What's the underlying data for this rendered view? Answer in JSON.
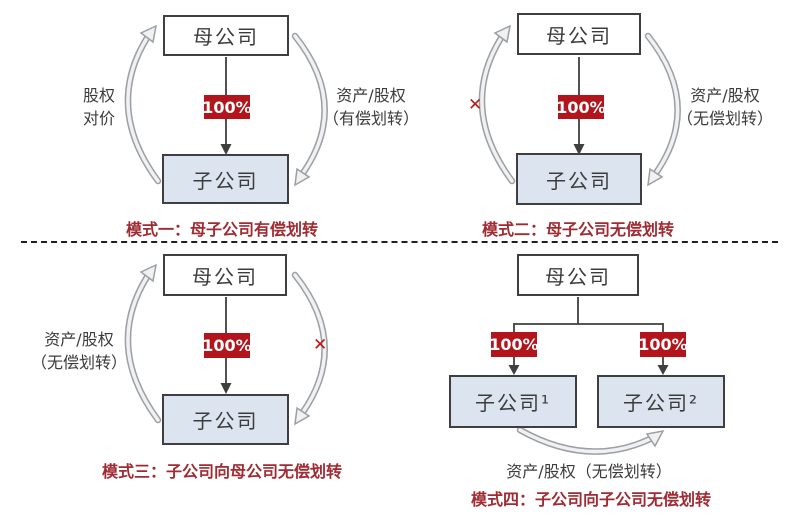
{
  "colors": {
    "badge_bg": "#b2151b",
    "badge_text": "#ffffff",
    "caption_text": "#a02b33",
    "box_border": "#3f3f3f",
    "child_fill": "#dce4f0",
    "label_text": "#3c3c3c",
    "cross": "#b61919"
  },
  "modes": {
    "m1": {
      "parent": "母公司",
      "child": "子公司",
      "ownership": "100%",
      "left_label_line1": "股权",
      "left_label_line2": "对价",
      "right_label_line1": "资产/股权",
      "right_label_line2": "（有偿划转）",
      "caption": "模式一：母子公司有偿划转"
    },
    "m2": {
      "parent": "母公司",
      "child": "子公司",
      "ownership": "100%",
      "cross": "✕",
      "right_label_line1": "资产/股权",
      "right_label_line2": "（无偿划转）",
      "caption": "模式二：母子公司无偿划转"
    },
    "m3": {
      "parent": "母公司",
      "child": "子公司",
      "ownership": "100%",
      "cross": "✕",
      "left_label_line1": "资产/股权",
      "left_label_line2": "（无偿划转）",
      "caption": "模式三：子公司向母公司无偿划转"
    },
    "m4": {
      "parent": "母公司",
      "child1": "子公司¹",
      "child2": "子公司²",
      "ownership_left": "100%",
      "ownership_right": "100%",
      "flow_label": "资产/股权（无偿划转）",
      "caption": "模式四：子公司向子公司无偿划转"
    }
  }
}
